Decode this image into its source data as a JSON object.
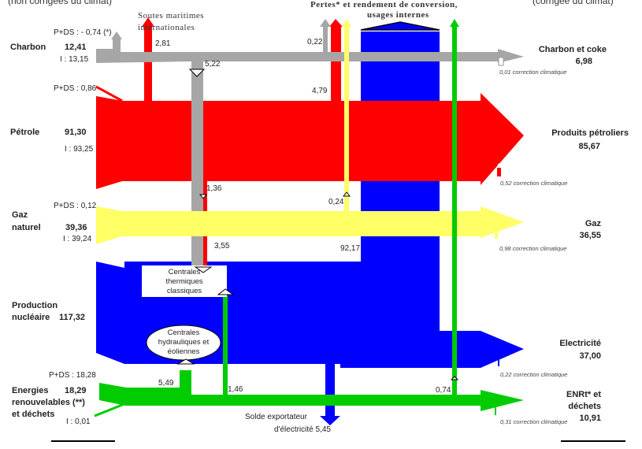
{
  "header": {
    "left": "(non corrigées du climat)",
    "right": "(corrigée du climat)",
    "center_line1": "Pertes* et rendement de conversion,",
    "center_line2": "usages internes"
  },
  "colors": {
    "charbon": "#a6a6a6",
    "petrole": "#ff0000",
    "gaz": "#ffff66",
    "electricite": "#0000ff",
    "enr": "#00cc00"
  },
  "sources": {
    "charbon": {
      "name": "Charbon",
      "value": "12,41",
      "pds": "P+DS : - 0,74 (*)",
      "import": "I  : 13,15"
    },
    "petrole": {
      "name": "Pétrole",
      "value": "91,30",
      "pds": "P+DS : 0,86",
      "import": "I  : 93,25"
    },
    "gaz": {
      "name1": "Gaz",
      "name2": "naturel",
      "value": "39,36",
      "pds": "P+DS : 0,12",
      "import": "I  : 39,24"
    },
    "nucleaire": {
      "name1": "Production",
      "name2": "nucléaire",
      "value": "117,32"
    },
    "enr": {
      "name1": "Energies",
      "name2": "renouvelables (**)",
      "name3": "et  déchets",
      "value": "18,29",
      "pds": "P+DS : 18,28",
      "import": "I  : 0,01"
    }
  },
  "flows": {
    "soutes_label1": "Soutes maritimes",
    "soutes_label2": "internationales",
    "soutes": "2,81",
    "charbon_pertes": "0,22",
    "charbon_centrales": "5,22",
    "petrole_pertes": "4,79",
    "petrole_centrales": "1,36",
    "gaz_pertes": "0,24",
    "gaz_centrales": "3,55",
    "elec_pertes": "92,17",
    "hydro": "5,49",
    "enr_centrales": "1,46",
    "enr_pertes": "0,74",
    "solde1": "Solde exportateur",
    "solde2": "d'électricité 5,45"
  },
  "nodes": {
    "thermiques": [
      "Centrales",
      "thermiques",
      "classiques"
    ],
    "hydrauliques": [
      "Centrales",
      "hydrauliques et",
      "éoliennes"
    ]
  },
  "finals": {
    "charbon": {
      "name": "Charbon et coke",
      "value": "6,98",
      "correction": "0,01 correction climatique"
    },
    "petrole": {
      "name": "Produits pétroliers",
      "value": "85,67",
      "correction": "0,52 correction climatique"
    },
    "gaz": {
      "name": "Gaz",
      "value": "36,55",
      "correction": "0,98 correction climatique"
    },
    "electricite": {
      "name": "Electricité",
      "value": "37,00",
      "correction": "0,22 correction climatique"
    },
    "enr": {
      "name1": "ENRt* et",
      "name2": "déchets",
      "value": "10,91",
      "correction": "0,31 correction climatique"
    }
  }
}
